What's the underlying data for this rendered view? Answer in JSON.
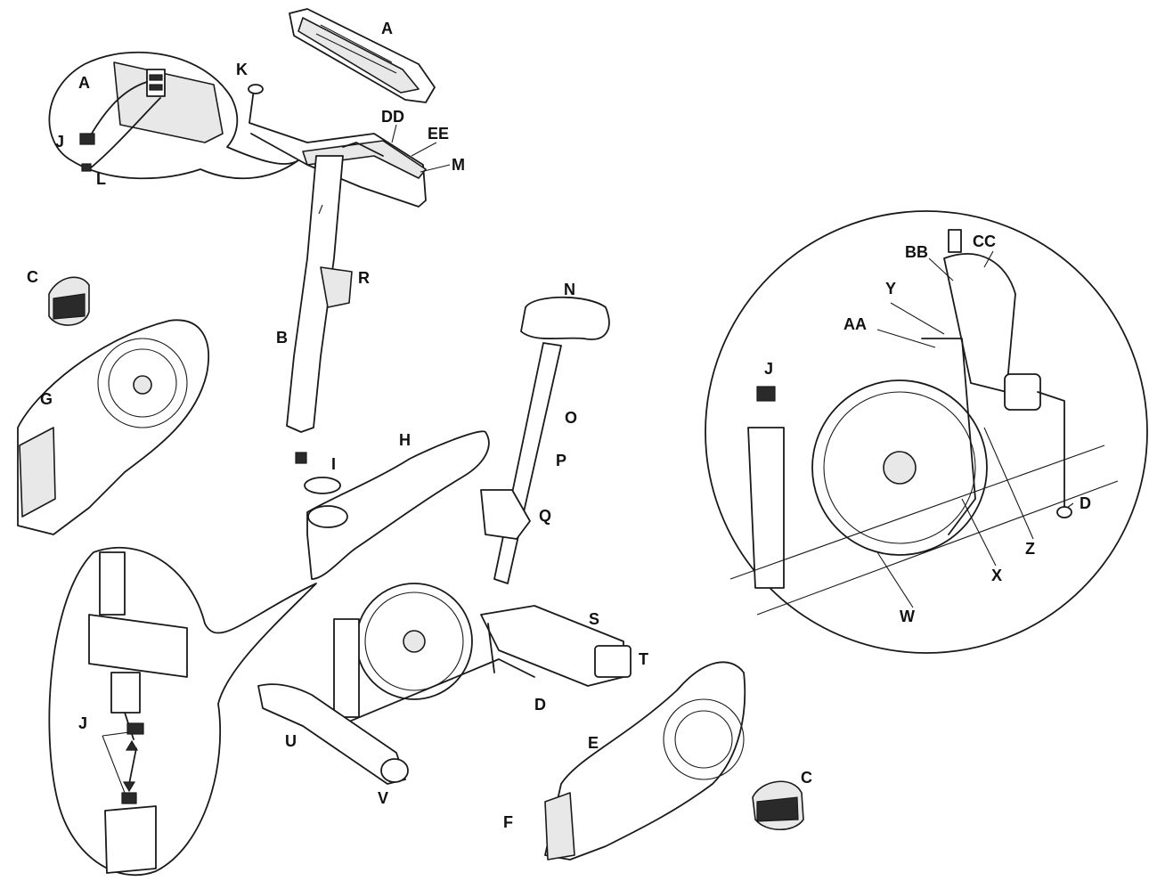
{
  "labels": {
    "A": "A",
    "B": "B",
    "C": "C",
    "D": "D",
    "E": "E",
    "F": "F",
    "G": "G",
    "H": "H",
    "I": "I",
    "J": "J",
    "K": "K",
    "L": "L",
    "M": "M",
    "N": "N",
    "O": "O",
    "P": "P",
    "Q": "Q",
    "R": "R",
    "S": "S",
    "T": "T",
    "U": "U",
    "V": "V",
    "W": "W",
    "X": "X",
    "Y": "Y",
    "Z": "Z",
    "AA": "AA",
    "BB": "BB",
    "CC": "CC",
    "DD": "DD",
    "EE": "EE"
  },
  "colors": {
    "line": "#1a1a1a",
    "background": "#ffffff",
    "shade": "#e8e8e8"
  }
}
